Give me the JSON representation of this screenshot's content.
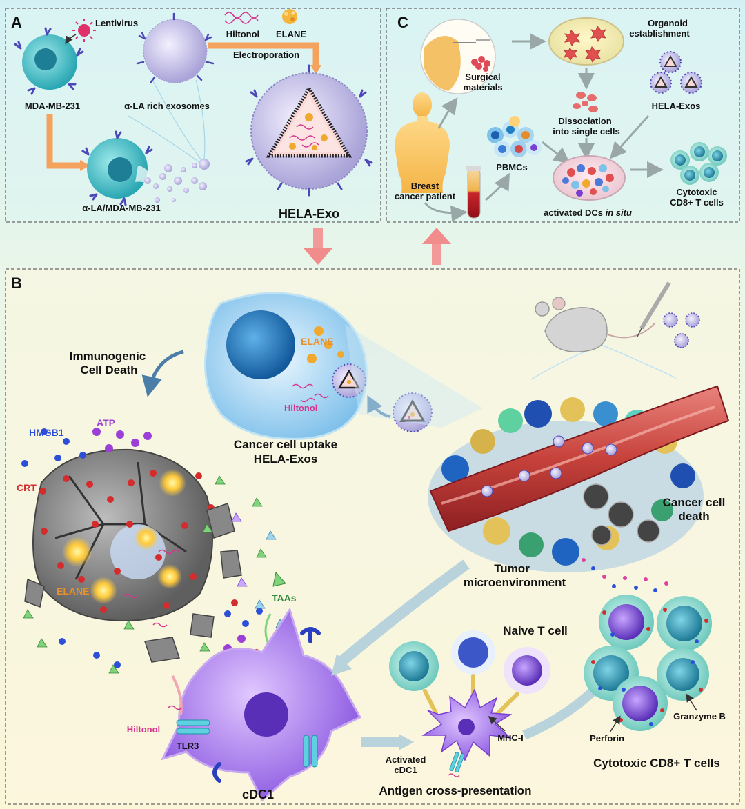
{
  "panels": {
    "a": {
      "letter": "A",
      "labels": {
        "lentivirus": "Lentivirus",
        "hiltonol": "Hiltonol",
        "elane": "ELANE",
        "electroporation": "Electroporation",
        "mda": "MDA-MB-231",
        "alpha_exo": "α-LA rich exosomes",
        "alpha_mda": "α-LA/MDA-MB-231",
        "hela_exo": "HELA-Exo"
      }
    },
    "c": {
      "letter": "C",
      "labels": {
        "surgical_1": "Surgical",
        "surgical_2": "materials",
        "organoid_1": "Organoid",
        "organoid_2": "establishment",
        "dissociation_1": "Dissociation",
        "dissociation_2": "into single cells",
        "hela_exos": "HELA-Exos",
        "pbmcs": "PBMCs",
        "patient_1": "Breast",
        "patient_2": "cancer patient",
        "activated_dcs_prefix": "activated DCs ",
        "activated_dcs_italic": "in situ",
        "cytotoxic_1": "Cytotoxic",
        "cytotoxic_2": "CD8+ T cells"
      }
    },
    "b": {
      "letter": "B",
      "labels": {
        "icd_1": "Immunogenic",
        "icd_2": "Cell Death",
        "elane_cell": "ELANE",
        "hiltonol_cell": "Hiltonol",
        "uptake_1": "Cancer cell uptake",
        "uptake_2": "HELA-Exos",
        "hmgb1": "HMGB1",
        "atp": "ATP",
        "crt": "CRT",
        "elane_dying": "ELANE",
        "taas": "TAAs",
        "hiltonol_dc": "Hiltonol",
        "tlr3": "TLR3",
        "cdc1": "cDC1",
        "death_1": "Cancer cell",
        "death_2": "death",
        "tme_1": "Tumor",
        "tme_2": "microenvironment",
        "naive_t": "Naive T cell",
        "mhc": "MHC-I",
        "activated_1": "Activated",
        "activated_2": "cDC1",
        "cross": "Antigen cross-presentation",
        "granzyme": "Granzyme B",
        "perforin": "Perforin",
        "ctl": "Cytotoxic CD8+ T cells"
      }
    }
  },
  "colors": {
    "top_background": "#d9f3f4",
    "bottom_background": "#fbf7df",
    "arrow_orange": "#f4a35f",
    "arrow_pink": "#f08c8c",
    "arrow_gray": "#9aa7a7",
    "hiltonol_pink": "#d6338c",
    "elane_orange": "#e8902a",
    "hmgb1_blue": "#2d4ed8",
    "atp_purple": "#9b3fd6",
    "crt_red": "#d42c2c",
    "taa_green": "#2e8a3a"
  }
}
